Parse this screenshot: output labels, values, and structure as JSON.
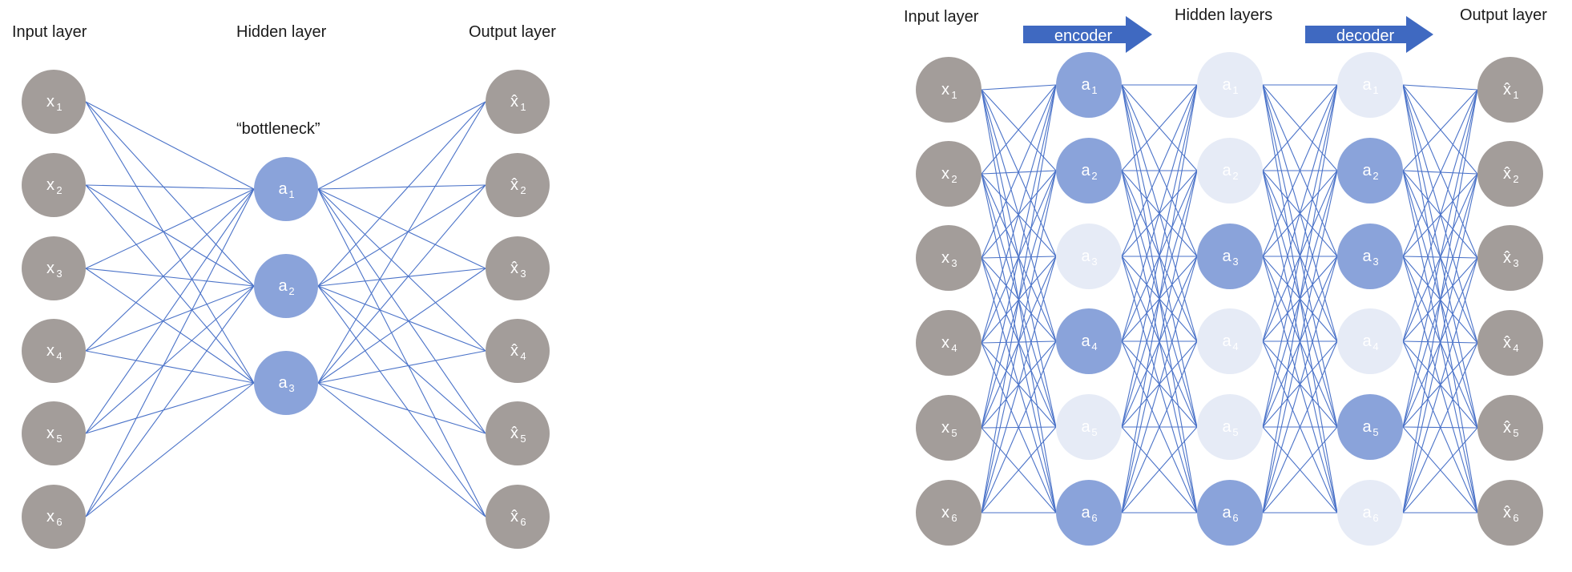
{
  "colors": {
    "input_node": "#a39d9a",
    "active_node": "#8aa3da",
    "inactive_node": "#e6ebf6",
    "edge": "#4a72c8",
    "arrow": "#3f69c1",
    "text": "#1a1a1a"
  },
  "left_diagram": {
    "input_heading": "Input layer",
    "hidden_heading": "Hidden layer",
    "output_heading": "Output layer",
    "bottleneck_label": "“bottleneck”",
    "input_nodes": [
      {
        "base": "x",
        "sub": "1"
      },
      {
        "base": "x",
        "sub": "2"
      },
      {
        "base": "x",
        "sub": "3"
      },
      {
        "base": "x",
        "sub": "4"
      },
      {
        "base": "x",
        "sub": "5"
      },
      {
        "base": "x",
        "sub": "6"
      }
    ],
    "hidden_nodes": [
      {
        "base": "a",
        "sub": "1"
      },
      {
        "base": "a",
        "sub": "2"
      },
      {
        "base": "a",
        "sub": "3"
      }
    ],
    "output_nodes": [
      {
        "base": "x̂",
        "sub": "1"
      },
      {
        "base": "x̂",
        "sub": "2"
      },
      {
        "base": "x̂",
        "sub": "3"
      },
      {
        "base": "x̂",
        "sub": "4"
      },
      {
        "base": "x̂",
        "sub": "5"
      },
      {
        "base": "x̂",
        "sub": "6"
      }
    ]
  },
  "right_diagram": {
    "input_heading": "Input layer",
    "hidden_heading": "Hidden layers",
    "output_heading": "Output layer",
    "encoder_label": "encoder",
    "decoder_label": "decoder",
    "input_nodes": [
      {
        "base": "x",
        "sub": "1"
      },
      {
        "base": "x",
        "sub": "2"
      },
      {
        "base": "x",
        "sub": "3"
      },
      {
        "base": "x",
        "sub": "4"
      },
      {
        "base": "x",
        "sub": "5"
      },
      {
        "base": "x",
        "sub": "6"
      }
    ],
    "hidden_layers": [
      {
        "nodes": [
          {
            "base": "a",
            "sub": "1",
            "active": true
          },
          {
            "base": "a",
            "sub": "2",
            "active": true
          },
          {
            "base": "a",
            "sub": "3",
            "active": false
          },
          {
            "base": "a",
            "sub": "4",
            "active": true
          },
          {
            "base": "a",
            "sub": "5",
            "active": false
          },
          {
            "base": "a",
            "sub": "6",
            "active": true
          }
        ]
      },
      {
        "nodes": [
          {
            "base": "a",
            "sub": "1",
            "active": false
          },
          {
            "base": "a",
            "sub": "2",
            "active": false
          },
          {
            "base": "a",
            "sub": "3",
            "active": true
          },
          {
            "base": "a",
            "sub": "4",
            "active": false
          },
          {
            "base": "a",
            "sub": "5",
            "active": false
          },
          {
            "base": "a",
            "sub": "6",
            "active": true
          }
        ]
      },
      {
        "nodes": [
          {
            "base": "a",
            "sub": "1",
            "active": false
          },
          {
            "base": "a",
            "sub": "2",
            "active": true
          },
          {
            "base": "a",
            "sub": "3",
            "active": true
          },
          {
            "base": "a",
            "sub": "4",
            "active": false
          },
          {
            "base": "a",
            "sub": "5",
            "active": true
          },
          {
            "base": "a",
            "sub": "6",
            "active": false
          }
        ]
      }
    ],
    "output_nodes": [
      {
        "base": "x̂",
        "sub": "1"
      },
      {
        "base": "x̂",
        "sub": "2"
      },
      {
        "base": "x̂",
        "sub": "3"
      },
      {
        "base": "x̂",
        "sub": "4"
      },
      {
        "base": "x̂",
        "sub": "5"
      },
      {
        "base": "x̂",
        "sub": "6"
      }
    ]
  }
}
